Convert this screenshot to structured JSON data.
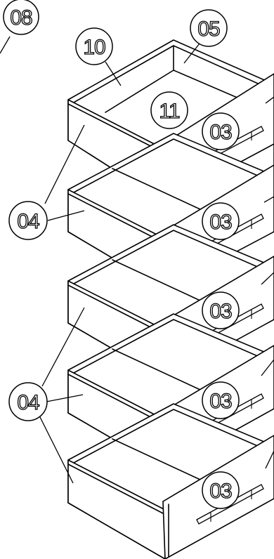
{
  "diagram": {
    "labels": {
      "top_left": "08",
      "box_side": "10",
      "box_back": "05",
      "box_bottom": "11",
      "drawer_front": "03",
      "drawer_side": "04"
    },
    "drawer_count": 5
  }
}
